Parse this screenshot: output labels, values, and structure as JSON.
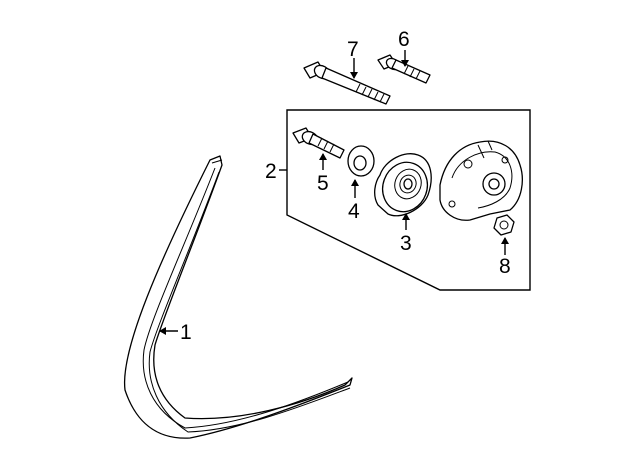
{
  "callouts": {
    "belt": "1",
    "tensioner_assembly": "2",
    "pulley": "3",
    "dust_cap": "4",
    "pulley_bolt": "5",
    "bolt_short": "6",
    "bolt_long": "7",
    "nut": "8"
  }
}
